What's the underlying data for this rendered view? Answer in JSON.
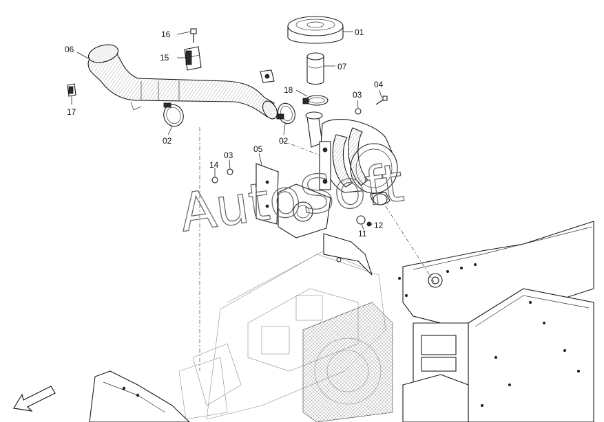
{
  "diagram": {
    "watermark": "AutoSoft",
    "callouts": [
      {
        "id": "01",
        "label": "01"
      },
      {
        "id": "07",
        "label": "07"
      },
      {
        "id": "16",
        "label": "16"
      },
      {
        "id": "15",
        "label": "15"
      },
      {
        "id": "06",
        "label": "06"
      },
      {
        "id": "17",
        "label": "17"
      },
      {
        "id": "02a",
        "label": "02"
      },
      {
        "id": "02b",
        "label": "02"
      },
      {
        "id": "18",
        "label": "18"
      },
      {
        "id": "03a",
        "label": "03"
      },
      {
        "id": "04",
        "label": "04"
      },
      {
        "id": "03b",
        "label": "03"
      },
      {
        "id": "14",
        "label": "14"
      },
      {
        "id": "05",
        "label": "05"
      },
      {
        "id": "11",
        "label": "11"
      },
      {
        "id": "12",
        "label": "12"
      }
    ],
    "colors": {
      "line": "#1a1a1a",
      "background": "#ffffff",
      "watermark": "#6a6a6a"
    },
    "icons": [
      "direction-arrow-icon"
    ]
  }
}
